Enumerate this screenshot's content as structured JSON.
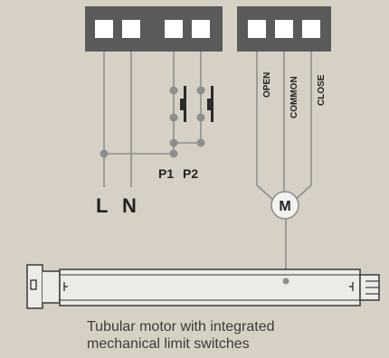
{
  "terminals": {
    "left_block_count": 4,
    "right_block_count": 3
  },
  "labels": {
    "line": "L",
    "neutral": "N",
    "p1": "P1",
    "p2": "P2",
    "open": "OPEN",
    "common": "COMMON",
    "close": "CLOSE",
    "motor": "M"
  },
  "caption": {
    "line1": "Tubular motor with integrated",
    "line2": "mechanical limit switches"
  },
  "colors": {
    "background": "#d6d1c4",
    "terminal_block": "#5a5a5a",
    "terminal_slot": "#ffffff",
    "wire": "#8e8e8e",
    "node": "#8e8e8e",
    "switch": "#2a2a2a",
    "motor_fill": "#f2f2f0",
    "tube_fill": "#ebebe8",
    "text": "#222222"
  }
}
